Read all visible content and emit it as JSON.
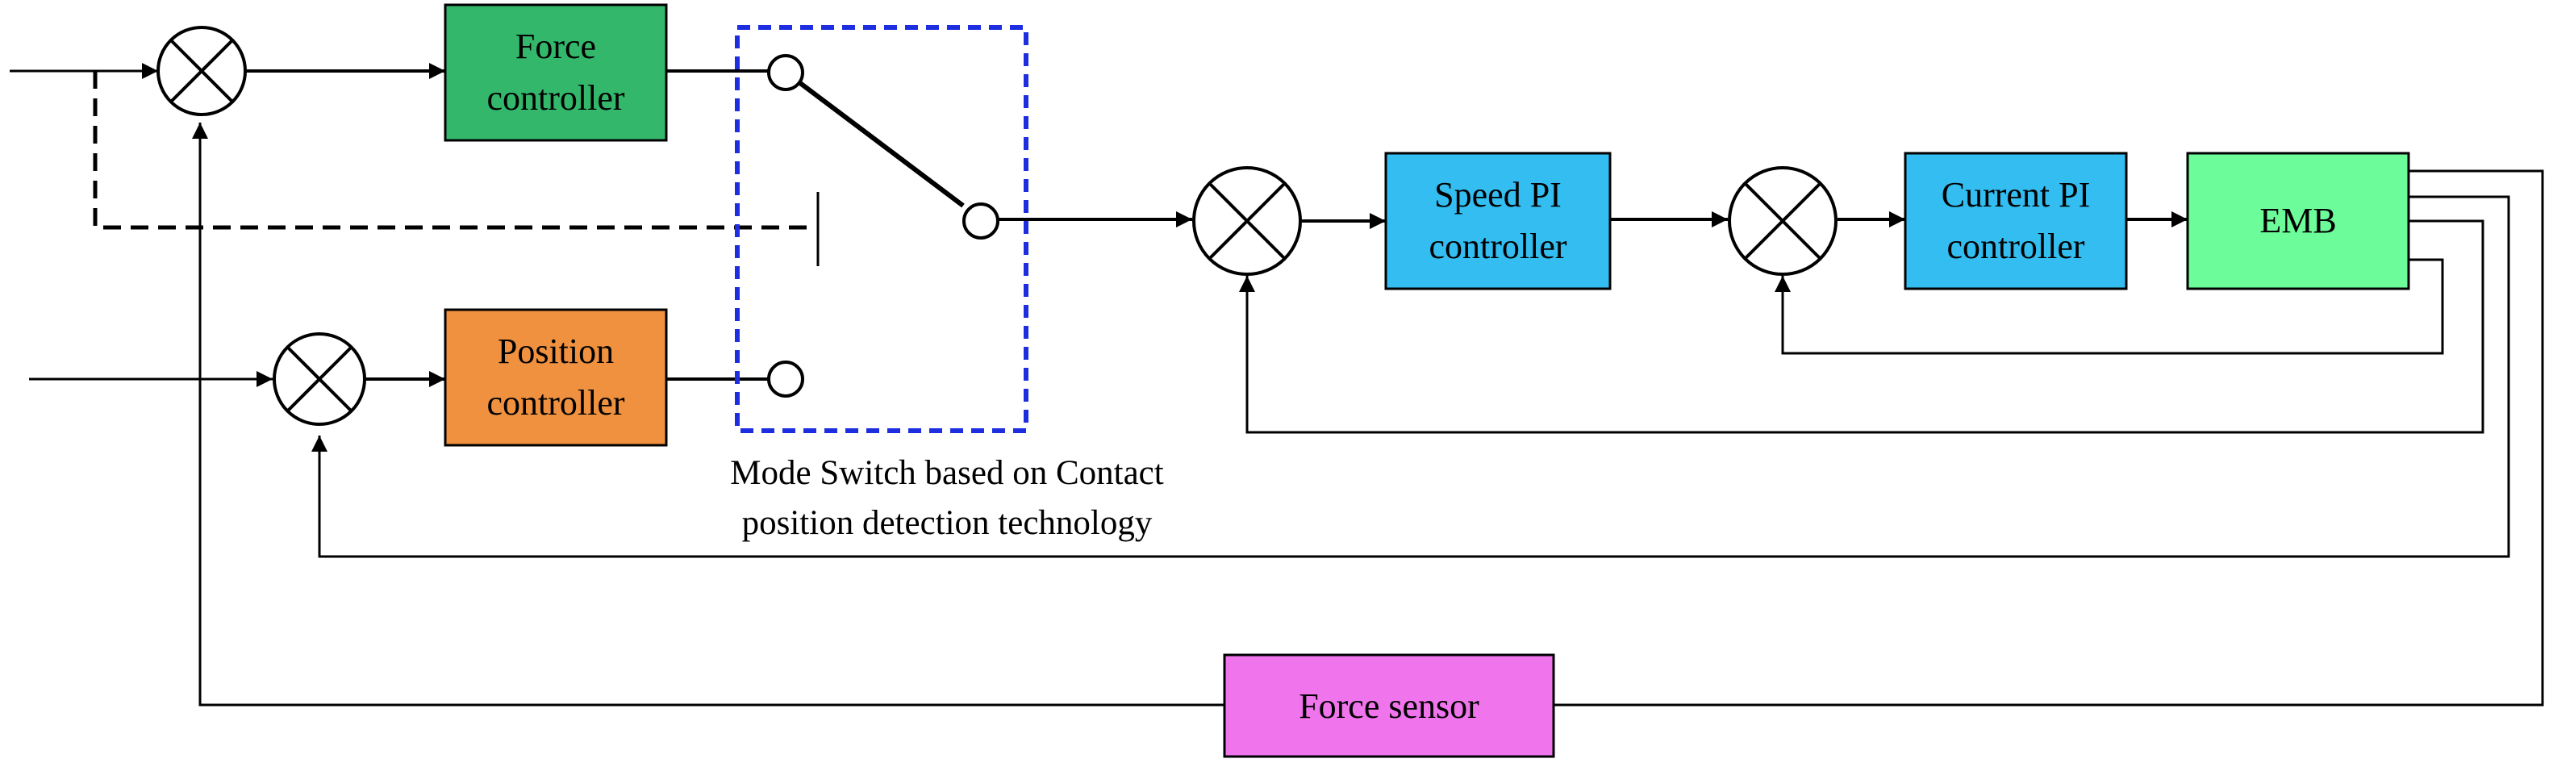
{
  "blocks": {
    "force_controller": {
      "line1": "Force",
      "line2": "controller",
      "color": "#33b86b"
    },
    "position_controller": {
      "line1": "Position",
      "line2": "controller",
      "color": "#f0913f"
    },
    "speed_pi": {
      "line1": "Speed PI",
      "line2": "controller",
      "color": "#33bdf0"
    },
    "current_pi": {
      "line1": "Current PI",
      "line2": "controller",
      "color": "#33bdf0"
    },
    "emb": {
      "label": "EMB",
      "color": "#6dfc9a"
    },
    "force_sensor": {
      "label": "Force sensor",
      "color": "#f075ec"
    }
  },
  "mode_switch": {
    "caption_line1": "Mode Switch based on Contact",
    "caption_line2": "position detection technology",
    "border_color": "#1c2ee0"
  },
  "icons": {
    "summing_junction": "circle-with-cross",
    "switch_contact": "open-circle"
  }
}
